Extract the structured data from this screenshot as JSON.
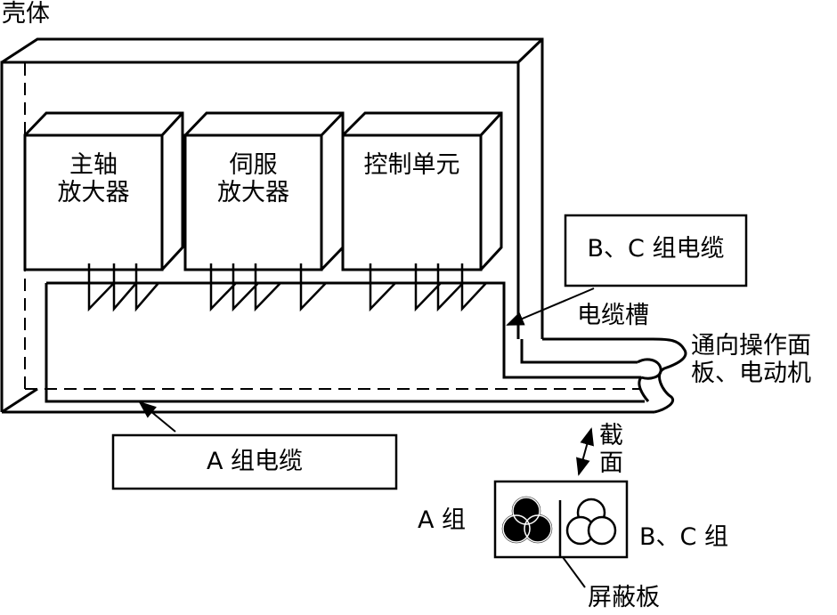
{
  "labels": {
    "housing": "壳体",
    "spindle_line1": "主轴",
    "spindle_line2": "放大器",
    "servo_line1": "伺服",
    "servo_line2": "放大器",
    "control_unit": "控制单元",
    "bc_cable": "B、C 组电缆",
    "cable_trough": "电缆槽",
    "to_panel_line1": "通向操作面",
    "to_panel_line2": "板、电动机",
    "a_cable": "A 组电缆",
    "section_line1": "截",
    "section_line2": "面",
    "group_a": "A 组",
    "group_bc": "B、C 组",
    "shield_plate": "屏蔽板"
  }
}
